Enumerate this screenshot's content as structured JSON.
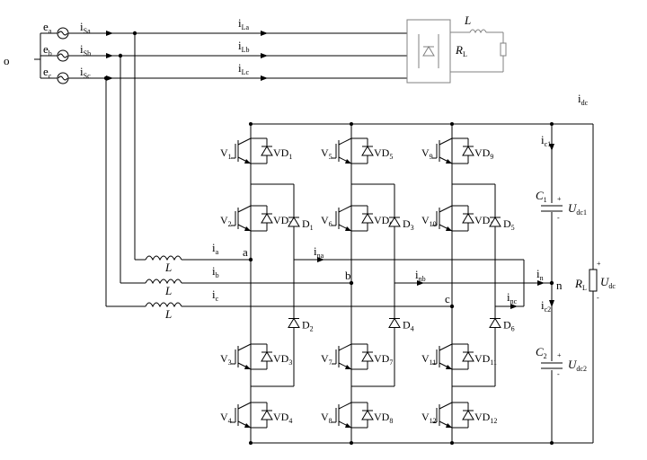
{
  "sources": [
    {
      "name": "e",
      "sub": "a",
      "current": "i",
      "csub": "Sa"
    },
    {
      "name": "e",
      "sub": "b",
      "current": "i",
      "csub": "Sb"
    },
    {
      "name": "e",
      "sub": "c",
      "current": "i",
      "csub": "Sc"
    }
  ],
  "neutral_label": "o",
  "load_currents": [
    {
      "name": "i",
      "sub": "La"
    },
    {
      "name": "i",
      "sub": "Lb"
    },
    {
      "name": "i",
      "sub": "Lc"
    }
  ],
  "rectifier_load": {
    "inductor": "L",
    "resistor": "R",
    "resistor_sub": "L"
  },
  "dc_current": {
    "name": "i",
    "sub": "dc"
  },
  "cap_currents": [
    {
      "name": "i",
      "sub": "c1"
    },
    {
      "name": "i",
      "sub": "c2"
    }
  ],
  "capacitors": [
    {
      "name": "C",
      "sub": "1",
      "voltage": "U",
      "vsub": "dc1"
    },
    {
      "name": "C",
      "sub": "2",
      "voltage": "U",
      "vsub": "dc2"
    }
  ],
  "dc_load": {
    "resistor": "R",
    "resistor_sub": "L",
    "voltage": "U",
    "vsub": "dc",
    "plus": "+",
    "minus": "-"
  },
  "cap_plus": "+",
  "cap_minus": "-",
  "phase_currents": [
    {
      "name": "i",
      "sub": "a"
    },
    {
      "name": "i",
      "sub": "b"
    },
    {
      "name": "i",
      "sub": "c"
    }
  ],
  "filter_inductors": [
    "L",
    "L",
    "L"
  ],
  "node_labels": [
    "a",
    "b",
    "c"
  ],
  "neutral_point": "n",
  "neutral_currents": [
    {
      "name": "i",
      "sub": "na"
    },
    {
      "name": "i",
      "sub": "nb"
    },
    {
      "name": "i",
      "sub": "nc"
    },
    {
      "name": "i",
      "sub": "n"
    }
  ],
  "switches": [
    {
      "v": "1",
      "vd": "1"
    },
    {
      "v": "2",
      "vd": "2"
    },
    {
      "v": "3",
      "vd": "3"
    },
    {
      "v": "4",
      "vd": "4"
    },
    {
      "v": "5",
      "vd": "5"
    },
    {
      "v": "6",
      "vd": "6"
    },
    {
      "v": "7",
      "vd": "7"
    },
    {
      "v": "8",
      "vd": "8"
    },
    {
      "v": "9",
      "vd": "9"
    },
    {
      "v": "10",
      "vd": "10"
    },
    {
      "v": "11",
      "vd": "11"
    },
    {
      "v": "12",
      "vd": "12"
    }
  ],
  "clamp_diodes": [
    "1",
    "2",
    "3",
    "4",
    "5",
    "6"
  ],
  "switch_prefix": "V",
  "diode_prefix": "VD",
  "clamp_prefix": "D"
}
